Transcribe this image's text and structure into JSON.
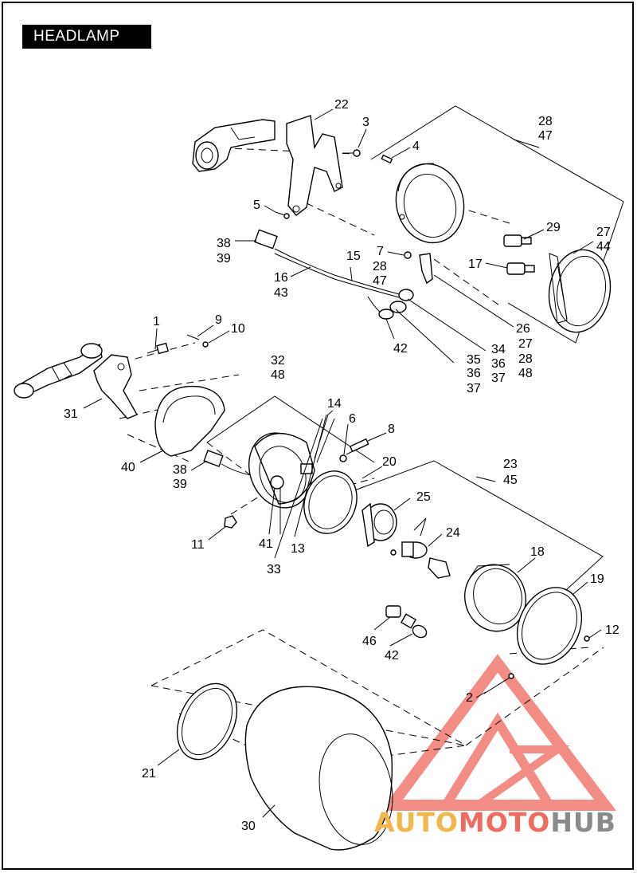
{
  "title": "HEADLAMP",
  "watermark": {
    "part1": "AUTO",
    "part2": "MOTO",
    "part3": "HUB",
    "colors": {
      "part1": "#f2b74a",
      "part2": "#f06a60",
      "part3": "#8a8a8a",
      "logo": "#f07a72"
    }
  },
  "callouts": {
    "c1": "1",
    "c2": "2",
    "c3": "3",
    "c4": "4",
    "c5": "5",
    "c6": "6",
    "c7": "7",
    "c8": "8",
    "c9": "9",
    "c10": "10",
    "c11": "11",
    "c12": "12",
    "c13": "13",
    "c14": "14",
    "c15": "15",
    "c16": "16",
    "c17": "17",
    "c18": "18",
    "c19": "19",
    "c20": "20",
    "c21": "21",
    "c22": "22",
    "c23": "23",
    "c24": "24",
    "c25": "25",
    "c26": "26",
    "c27a": "27",
    "c27b": "27",
    "c28a": "28",
    "c28b": "28",
    "c28c": "28",
    "c29": "29",
    "c30": "30",
    "c31": "31",
    "c32": "32",
    "c33": "33",
    "c34": "34",
    "c35": "35",
    "c36a": "36",
    "c36b": "36",
    "c37a": "37",
    "c37b": "37",
    "c38a": "38",
    "c38b": "38",
    "c39a": "39",
    "c39b": "39",
    "c40": "40",
    "c41": "41",
    "c42a": "42",
    "c42b": "42",
    "c43": "43",
    "c44": "44",
    "c45": "45",
    "c46": "46",
    "c47a": "47",
    "c47b": "47",
    "c48a": "48",
    "c48b": "48"
  }
}
